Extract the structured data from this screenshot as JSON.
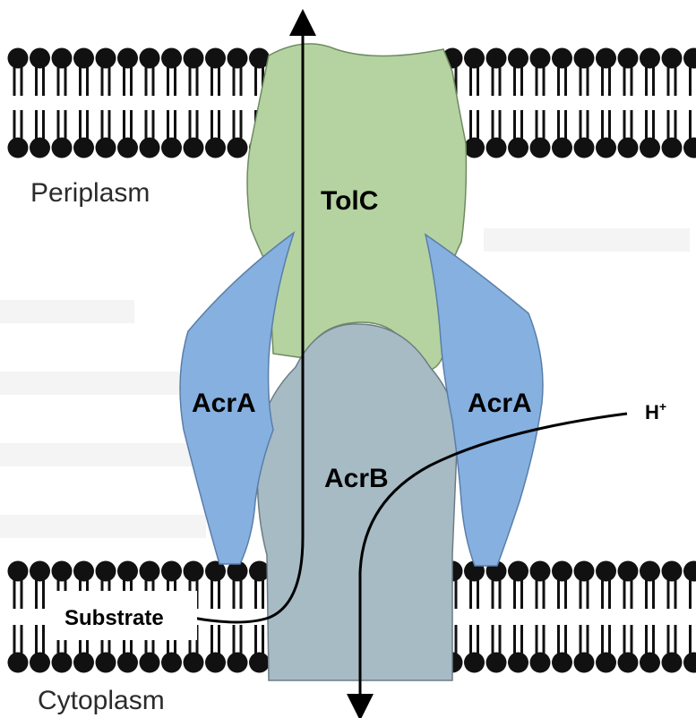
{
  "labels": {
    "periplasm": "Periplasm",
    "cytoplasm": "Cytoplasm",
    "tolc": "TolC",
    "acra_left": "AcrA",
    "acra_right": "AcrA",
    "acrb": "AcrB",
    "substrate": "Substrate",
    "proton": "H",
    "proton_charge": "+"
  },
  "colors": {
    "tolc": "#b5d3a0",
    "acra": "#86b0e0",
    "acrb": "#a7bbc5",
    "lipid": "#111111",
    "outline": "#6e7f6a"
  }
}
